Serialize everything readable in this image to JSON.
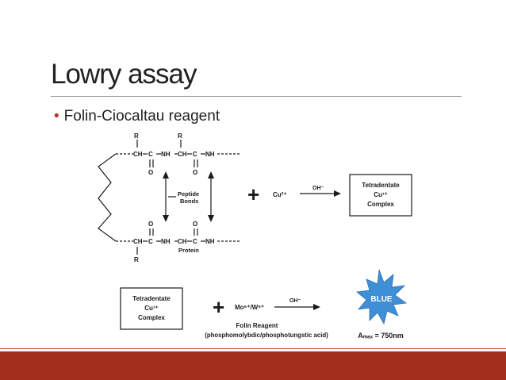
{
  "slide": {
    "title": "Lowry assay",
    "bullet": "Folin-Ciocaltau reagent"
  },
  "diagram": {
    "r_group": "R",
    "ch": "CH",
    "c": "C",
    "nh": "NH",
    "o": "O",
    "peptide_bonds_line1": "Peptide",
    "peptide_bonds_line2": "Bonds",
    "protein": "Protein",
    "plus": "+",
    "cu2": "Cu²⁺",
    "oh": "OH⁻",
    "oh2": "OH⁻",
    "tetradentate_line1": "Tetradentate",
    "tetradentate_line2": "Cu¹⁺",
    "tetradentate_line3": "Complex",
    "reagent_ions": "Mo⁶⁺/W⁶⁺",
    "folin_reagent": "Folin Reagent",
    "folin_reagent_detail": "(phosphomolybdic/phosphotungstic acid)",
    "blue": "BLUE",
    "amax": "Aₘₐₓ = 750nm"
  },
  "colors": {
    "footer": "#a32d1c",
    "bullet_dot": "#b23a2a",
    "star_fill": "#3f8fd6"
  }
}
